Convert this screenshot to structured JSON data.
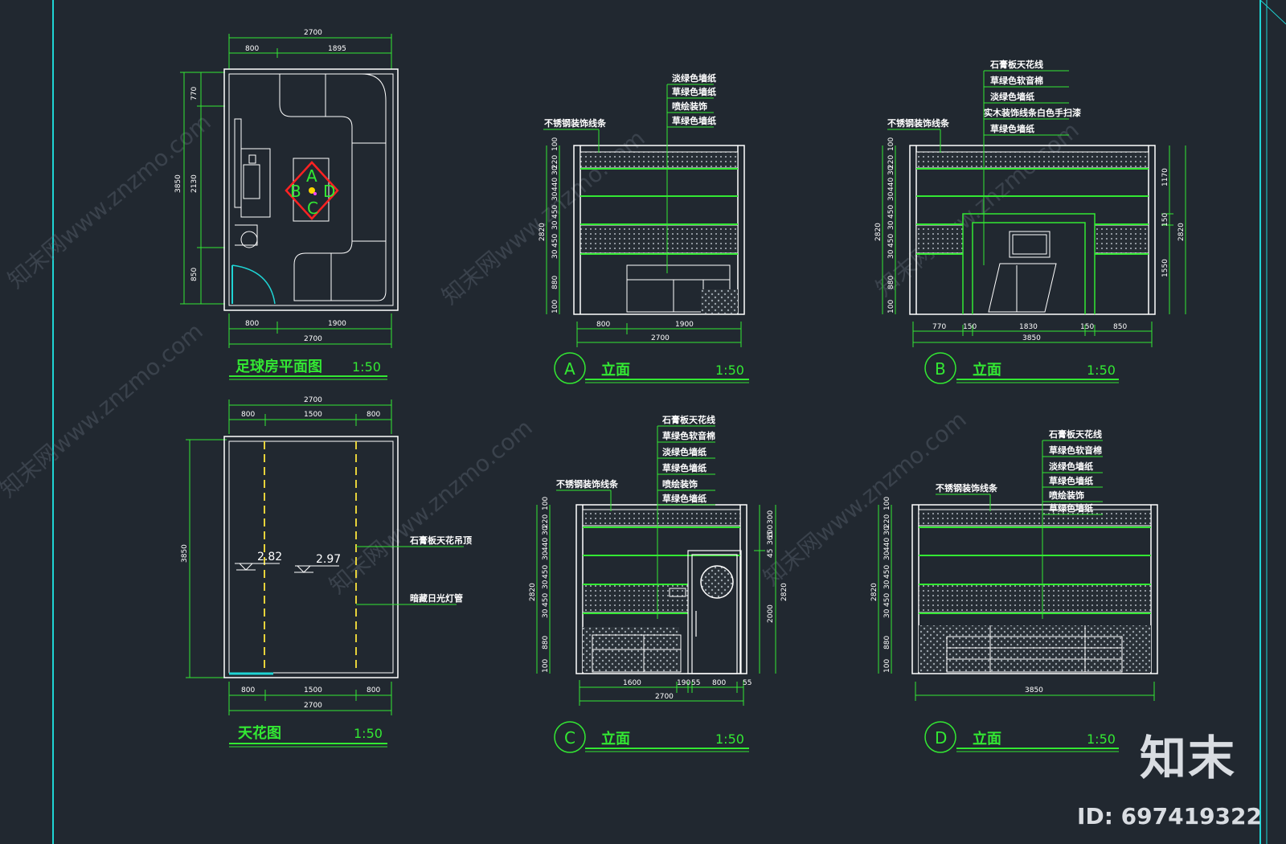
{
  "plan": {
    "title": "足球房平面图",
    "scale": "1:50",
    "dims_top": [
      "2700",
      "800",
      "1895"
    ],
    "dims_bottom": [
      "800",
      "1900",
      "2700"
    ],
    "dims_left": [
      "3850",
      "770",
      "2130",
      "850"
    ],
    "markers": [
      "A",
      "B",
      "C",
      "D"
    ]
  },
  "ceiling": {
    "title": "天花图",
    "scale": "1:50",
    "dims_top": [
      "2700",
      "800",
      "1500",
      "800"
    ],
    "dims_bottom": [
      "800",
      "1500",
      "800",
      "2700"
    ],
    "dim_left": "3850",
    "levels": [
      "2.82",
      "2.97"
    ],
    "notes": [
      "石膏板天花吊顶",
      "暗藏日光灯管"
    ]
  },
  "elevA": {
    "mark": "A",
    "title": "立面",
    "scale": "1:50",
    "notes": [
      "不锈钢装饰线条",
      "淡绿色墙纸",
      "草绿色墙纸",
      "喷绘装饰",
      "草绿色墙纸"
    ],
    "dims_left": [
      "100",
      "220",
      "30",
      "440",
      "30",
      "450",
      "30",
      "450",
      "30",
      "880",
      "100",
      "2820"
    ],
    "dims_bottom": [
      "800",
      "1900",
      "2700"
    ]
  },
  "elevB": {
    "mark": "B",
    "title": "立面",
    "scale": "1:50",
    "notes": [
      "石膏板天花线",
      "草绿色软音棉",
      "淡绿色墙纸",
      "实木装饰线条白色手扫漆",
      "草绿色墙纸",
      "不锈钢装饰线条"
    ],
    "dims_left": [
      "100",
      "220",
      "30",
      "440",
      "30",
      "450",
      "30",
      "450",
      "30",
      "880",
      "100",
      "2820"
    ],
    "dims_right": [
      "1170",
      "150",
      "1550",
      "2820"
    ],
    "dims_bottom": [
      "770",
      "150",
      "1830",
      "150",
      "850",
      "3850"
    ]
  },
  "elevC": {
    "mark": "C",
    "title": "立面",
    "scale": "1:50",
    "notes": [
      "石膏板天花线",
      "草绿色软音棉",
      "淡绿色墙纸",
      "草绿色墙纸",
      "喷绘装饰",
      "草绿色墙纸",
      "不锈钢装饰线条"
    ],
    "dims_left": [
      "100",
      "220",
      "30",
      "440",
      "30",
      "450",
      "30",
      "450",
      "30",
      "880",
      "100",
      "2820"
    ],
    "dims_right": [
      "300",
      "100",
      "45",
      "365",
      "2000",
      "2820"
    ],
    "dims_bottom": [
      "1600",
      "190",
      "55",
      "800",
      "55",
      "2700"
    ]
  },
  "elevD": {
    "mark": "D",
    "title": "立面",
    "scale": "1:50",
    "notes": [
      "石膏板天花线",
      "草绿色软音棉",
      "淡绿色墙纸",
      "草绿色墙纸",
      "喷绘装饰",
      "草绿色墙纸",
      "不锈钢装饰线条"
    ],
    "dims_left": [
      "100",
      "220",
      "30",
      "440",
      "30",
      "450",
      "30",
      "450",
      "30",
      "880",
      "100",
      "2820"
    ],
    "dims_bottom": [
      "3850"
    ]
  },
  "watermark": "知末网www.znzmo.com",
  "logo": "知末",
  "image_id": "ID: 697419322",
  "colors": {
    "background": "#212830",
    "line": "#ffffff",
    "accent": "#33e833",
    "frame": "#1fd4d4",
    "marker": "#ff2222"
  }
}
